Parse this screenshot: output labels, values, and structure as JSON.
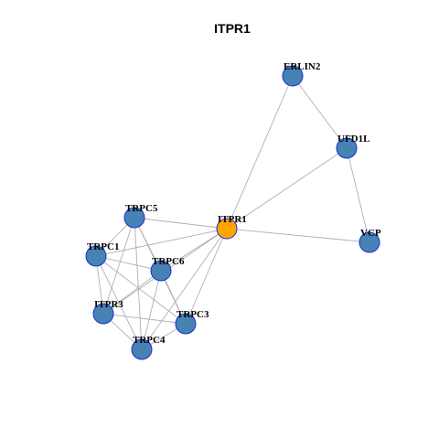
{
  "title": "ITPR1",
  "colors": {
    "background": "#ffffff",
    "edge": "#b0b0b0",
    "node_fill": "#4682b4",
    "node_border": "#1f2fd0",
    "highlight_fill": "#ffa500"
  },
  "nodes": [
    {
      "id": "ERLIN2",
      "label": "ERLIN2",
      "highlight": false
    },
    {
      "id": "UFD1L",
      "label": "UFD1L",
      "highlight": false
    },
    {
      "id": "TRPC5",
      "label": "TRPC5",
      "highlight": false
    },
    {
      "id": "ITPR1",
      "label": "ITPR1",
      "highlight": true
    },
    {
      "id": "VCP",
      "label": "VCP",
      "highlight": false
    },
    {
      "id": "TRPC1",
      "label": "TRPC1",
      "highlight": false
    },
    {
      "id": "TRPC6",
      "label": "TRPC6",
      "highlight": false
    },
    {
      "id": "ITPR3",
      "label": "ITPR3",
      "highlight": false
    },
    {
      "id": "TRPC3",
      "label": "TRPC3",
      "highlight": false
    },
    {
      "id": "TRPC4",
      "label": "TRPC4",
      "highlight": false
    }
  ],
  "edges": [
    [
      "ERLIN2",
      "UFD1L"
    ],
    [
      "ERLIN2",
      "ITPR1"
    ],
    [
      "UFD1L",
      "ITPR1"
    ],
    [
      "UFD1L",
      "VCP"
    ],
    [
      "ITPR1",
      "VCP"
    ],
    [
      "ITPR1",
      "TRPC5"
    ],
    [
      "ITPR1",
      "TRPC1"
    ],
    [
      "ITPR1",
      "TRPC6"
    ],
    [
      "ITPR1",
      "ITPR3"
    ],
    [
      "ITPR1",
      "TRPC3"
    ],
    [
      "ITPR1",
      "TRPC4"
    ],
    [
      "TRPC5",
      "TRPC1"
    ],
    [
      "TRPC5",
      "TRPC6"
    ],
    [
      "TRPC5",
      "ITPR3"
    ],
    [
      "TRPC5",
      "TRPC3"
    ],
    [
      "TRPC5",
      "TRPC4"
    ],
    [
      "TRPC1",
      "TRPC6"
    ],
    [
      "TRPC1",
      "ITPR3"
    ],
    [
      "TRPC1",
      "TRPC3"
    ],
    [
      "TRPC1",
      "TRPC4"
    ],
    [
      "TRPC6",
      "ITPR3"
    ],
    [
      "TRPC6",
      "TRPC3"
    ],
    [
      "TRPC6",
      "TRPC4"
    ],
    [
      "ITPR3",
      "TRPC3"
    ],
    [
      "ITPR3",
      "TRPC4"
    ],
    [
      "TRPC3",
      "TRPC4"
    ]
  ]
}
